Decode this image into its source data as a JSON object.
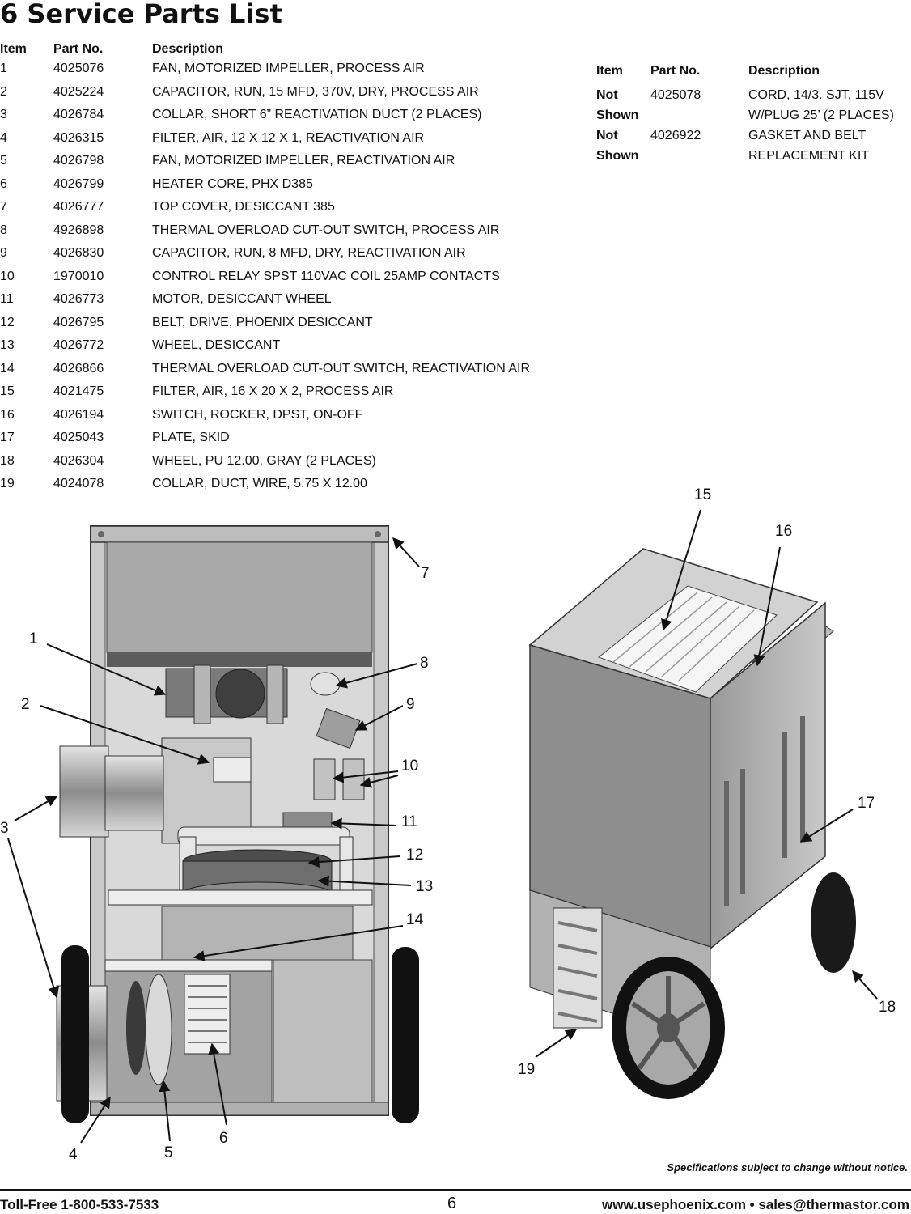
{
  "title": "6 Service Parts List",
  "main_table": {
    "headers": [
      "Item",
      "Part No.",
      "Description"
    ],
    "rows": [
      [
        "1",
        "4025076",
        "FAN, MOTORIZED IMPELLER, PROCESS AIR"
      ],
      [
        "2",
        "4025224",
        "CAPACITOR, RUN, 15 MFD, 370V, DRY, PROCESS AIR"
      ],
      [
        "3",
        "4026784",
        "COLLAR, SHORT 6” REACTIVATION DUCT (2 PLACES)"
      ],
      [
        "4",
        "4026315",
        "FILTER, AIR, 12 X 12 X 1, REACTIVATION AIR"
      ],
      [
        "5",
        "4026798",
        "FAN, MOTORIZED IMPELLER, REACTIVATION AIR"
      ],
      [
        "6",
        "4026799",
        "HEATER CORE, PHX D385"
      ],
      [
        "7",
        "4026777",
        "TOP COVER, DESICCANT 385"
      ],
      [
        "8",
        "4926898",
        "THERMAL OVERLOAD CUT-OUT SWITCH, PROCESS AIR"
      ],
      [
        "9",
        "4026830",
        "CAPACITOR, RUN, 8 MFD, DRY, REACTIVATION AIR"
      ],
      [
        "10",
        "1970010",
        "CONTROL RELAY SPST 110VAC COIL 25AMP CONTACTS"
      ],
      [
        "11",
        "4026773",
        "MOTOR, DESICCANT WHEEL"
      ],
      [
        "12",
        "4026795",
        "BELT, DRIVE, PHOENIX DESICCANT"
      ],
      [
        "13",
        "4026772",
        "WHEEL, DESICCANT"
      ],
      [
        "14",
        "4026866",
        "THERMAL OVERLOAD CUT-OUT SWITCH, REACTIVATION AIR"
      ],
      [
        "15",
        "4021475",
        "FILTER, AIR, 16 X 20 X 2, PROCESS AIR"
      ],
      [
        "16",
        "4026194",
        "SWITCH, ROCKER, DPST, ON-OFF"
      ],
      [
        "17",
        "4025043",
        "PLATE, SKID"
      ],
      [
        "18",
        "4026304",
        "WHEEL, PU 12.00, GRAY (2 PLACES)"
      ],
      [
        "19",
        "4024078",
        "COLLAR, DUCT, WIRE, 5.75 X 12.00"
      ]
    ]
  },
  "side_table": {
    "headers": [
      "Item",
      "Part No.",
      "Description"
    ],
    "rows": [
      {
        "item_1": "Not",
        "item_2": "Shown",
        "part": "4025078",
        "desc_1": "CORD, 14/3. SJT, 115V",
        "desc_2": "W/PLUG 25’ (2 PLACES)"
      },
      {
        "item_1": "Not",
        "item_2": "Shown",
        "part": "4026922",
        "desc_1": "GASKET AND BELT",
        "desc_2": "REPLACEMENT KIT"
      }
    ]
  },
  "diagram_callouts": [
    "1",
    "2",
    "3",
    "4",
    "5",
    "6",
    "7",
    "8",
    "9",
    "10",
    "11",
    "12",
    "13",
    "14",
    "15",
    "16",
    "17",
    "18",
    "19"
  ],
  "note": "Specifications subject to change without notice.",
  "footer": {
    "left": "Toll-Free 1-800-533-7533",
    "page": "6",
    "right": "www.usephoenix.com • sales@thermastor.com"
  }
}
